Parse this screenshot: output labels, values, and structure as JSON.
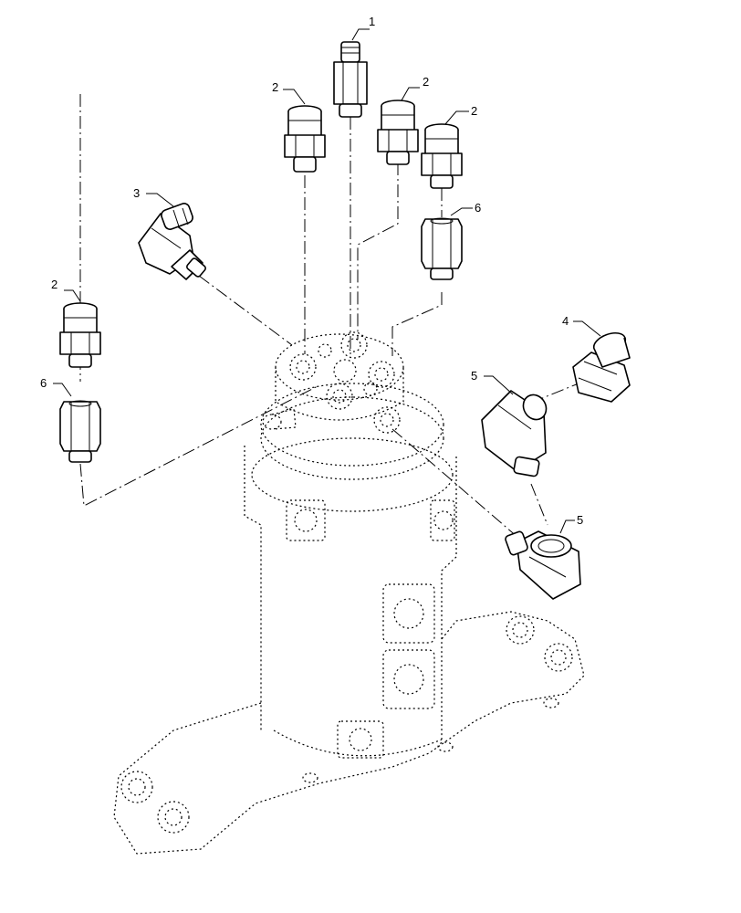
{
  "callouts": {
    "c1": "1",
    "c2a": "2",
    "c2b": "2",
    "c2c": "2",
    "c2d": "2",
    "c3": "3",
    "c4": "4",
    "c5a": "5",
    "c5b": "5",
    "c6a": "6",
    "c6b": "6"
  }
}
